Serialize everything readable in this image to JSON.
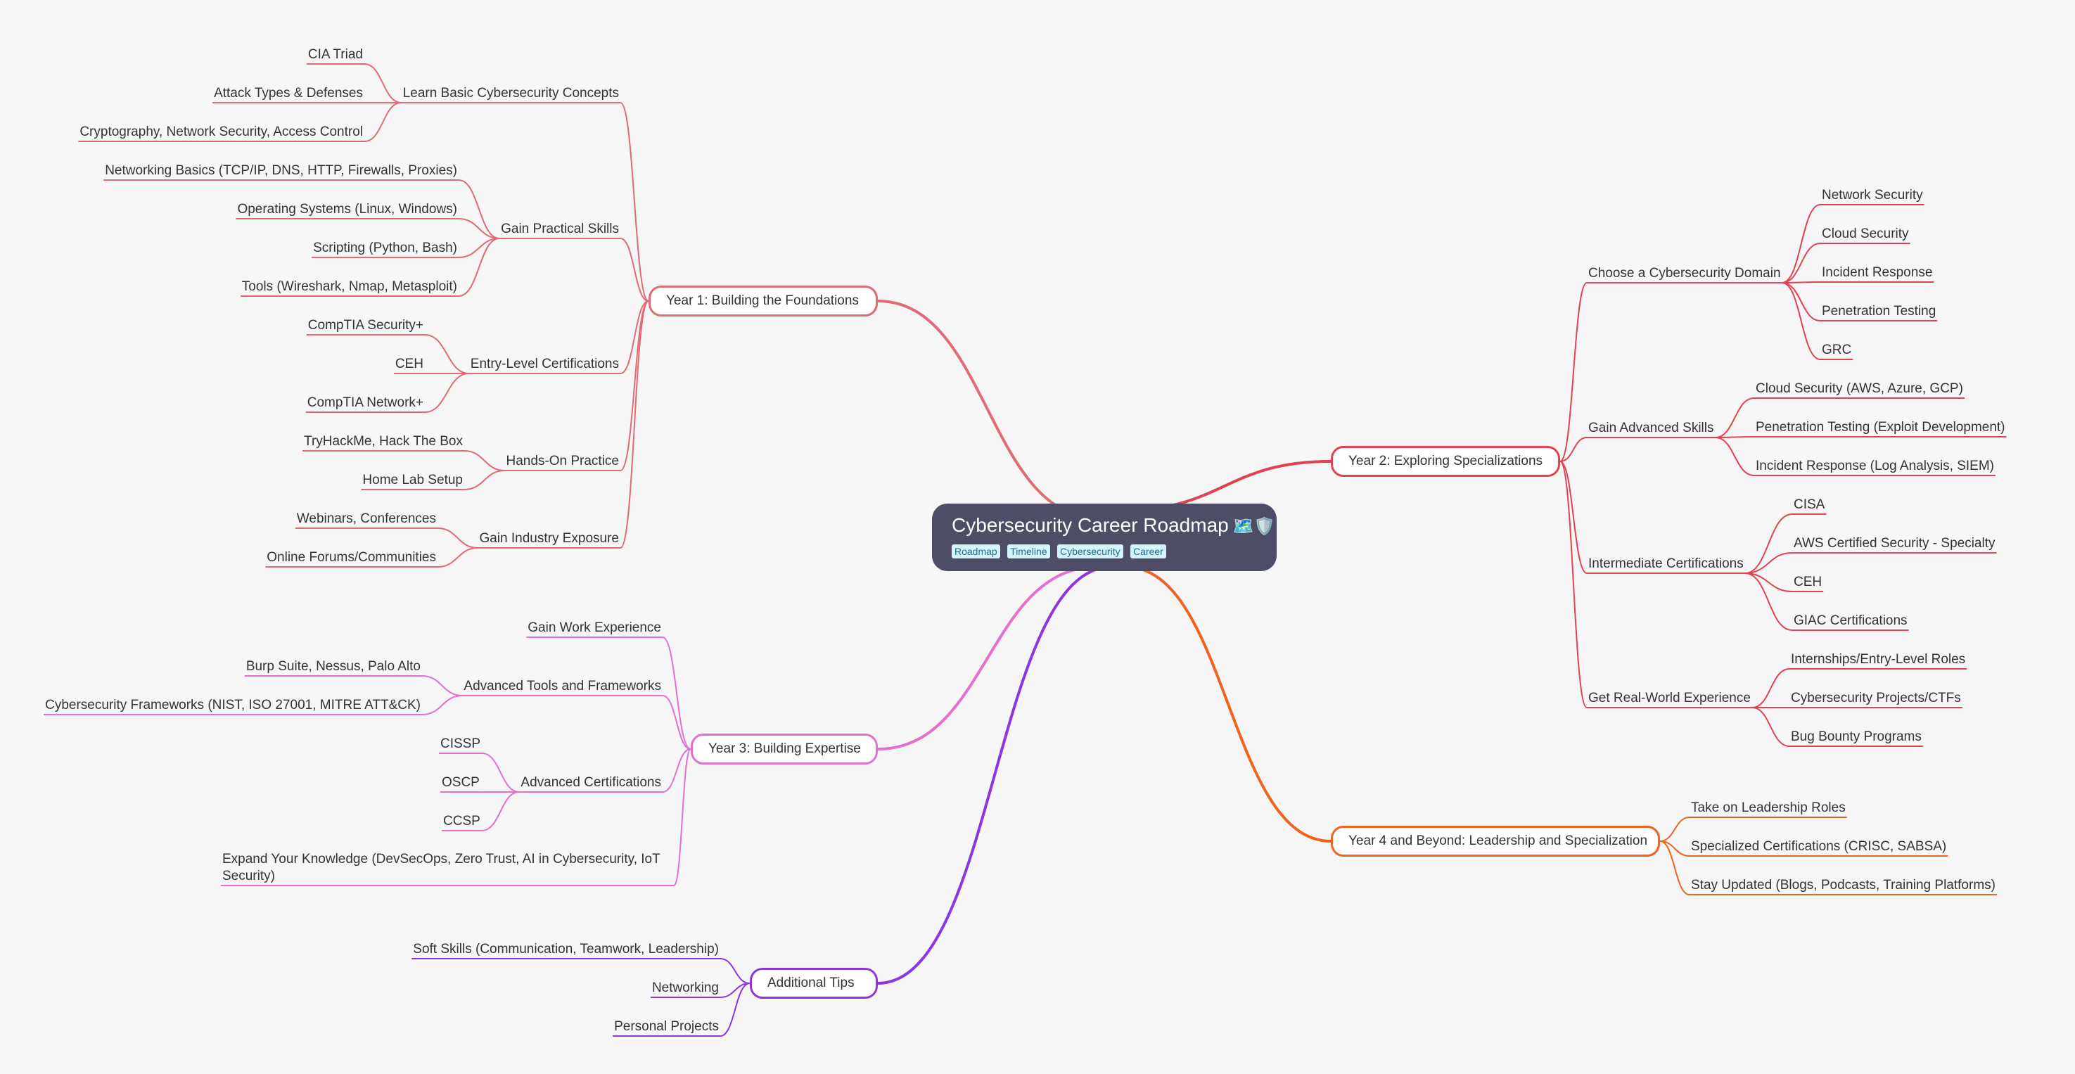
{
  "root": {
    "title": "Cybersecurity Career Roadmap",
    "emoji": "🗺️🛡️",
    "tags": [
      "Roadmap",
      "Timeline",
      "Cybersecurity",
      "Career"
    ]
  },
  "colors": {
    "year1": "#e06b74",
    "year2": "#e0434f",
    "year3": "#e36fcf",
    "year4": "#f0631c",
    "tips": "#8c36e0",
    "root_bg": "#4e4d68"
  },
  "branches": {
    "year1": {
      "label": "Year 1: Building the Foundations",
      "children": [
        {
          "label": "Learn Basic Cybersecurity Concepts",
          "leaves": [
            "CIA Triad",
            "Attack Types & Defenses",
            "Cryptography, Network Security, Access Control"
          ]
        },
        {
          "label": "Gain Practical Skills",
          "leaves": [
            "Networking Basics (TCP/IP, DNS, HTTP, Firewalls, Proxies)",
            "Operating Systems (Linux, Windows)",
            "Scripting (Python, Bash)",
            "Tools (Wireshark, Nmap, Metasploit)"
          ]
        },
        {
          "label": "Entry-Level Certifications",
          "leaves": [
            "CompTIA Security+",
            "CEH",
            "CompTIA Network+"
          ]
        },
        {
          "label": "Hands-On Practice",
          "leaves": [
            "TryHackMe, Hack The Box",
            "Home Lab Setup"
          ]
        },
        {
          "label": "Gain Industry Exposure",
          "leaves": [
            "Webinars, Conferences",
            "Online Forums/Communities"
          ]
        }
      ]
    },
    "year2": {
      "label": "Year 2: Exploring Specializations",
      "children": [
        {
          "label": "Choose a Cybersecurity Domain",
          "leaves": [
            "Network Security",
            "Cloud Security",
            "Incident Response",
            "Penetration Testing",
            "GRC"
          ]
        },
        {
          "label": "Gain Advanced Skills",
          "leaves": [
            "Cloud Security (AWS, Azure, GCP)",
            "Penetration Testing (Exploit Development)",
            "Incident Response (Log Analysis, SIEM)"
          ]
        },
        {
          "label": "Intermediate Certifications",
          "leaves": [
            "CISA",
            "AWS Certified Security - Specialty",
            "CEH",
            "GIAC Certifications"
          ]
        },
        {
          "label": "Get Real-World Experience",
          "leaves": [
            "Internships/Entry-Level Roles",
            "Cybersecurity Projects/CTFs",
            "Bug Bounty Programs"
          ]
        }
      ]
    },
    "year3": {
      "label": "Year 3: Building Expertise",
      "children": [
        {
          "label": "Gain Work Experience",
          "leaves": []
        },
        {
          "label": "Advanced Tools and Frameworks",
          "leaves": [
            "Burp Suite, Nessus, Palo Alto",
            "Cybersecurity Frameworks (NIST, ISO 27001, MITRE ATT&CK)"
          ]
        },
        {
          "label": "Advanced Certifications",
          "leaves": [
            "CISSP",
            "OSCP",
            "CCSP"
          ]
        },
        {
          "label": "Expand Your Knowledge (DevSecOps, Zero Trust, AI in Cybersecurity, IoT Security)",
          "leaves": []
        }
      ]
    },
    "year4": {
      "label": "Year 4 and Beyond: Leadership and Specialization",
      "children": [
        {
          "label": "Take on Leadership Roles",
          "leaves": []
        },
        {
          "label": "Specialized Certifications (CRISC, SABSA)",
          "leaves": []
        },
        {
          "label": "Stay Updated (Blogs, Podcasts, Training Platforms)",
          "leaves": []
        }
      ]
    },
    "tips": {
      "label": "Additional Tips",
      "children": [
        {
          "label": "Soft Skills (Communication, Teamwork, Leadership)",
          "leaves": []
        },
        {
          "label": "Networking",
          "leaves": []
        },
        {
          "label": "Personal Projects",
          "leaves": []
        }
      ]
    }
  }
}
